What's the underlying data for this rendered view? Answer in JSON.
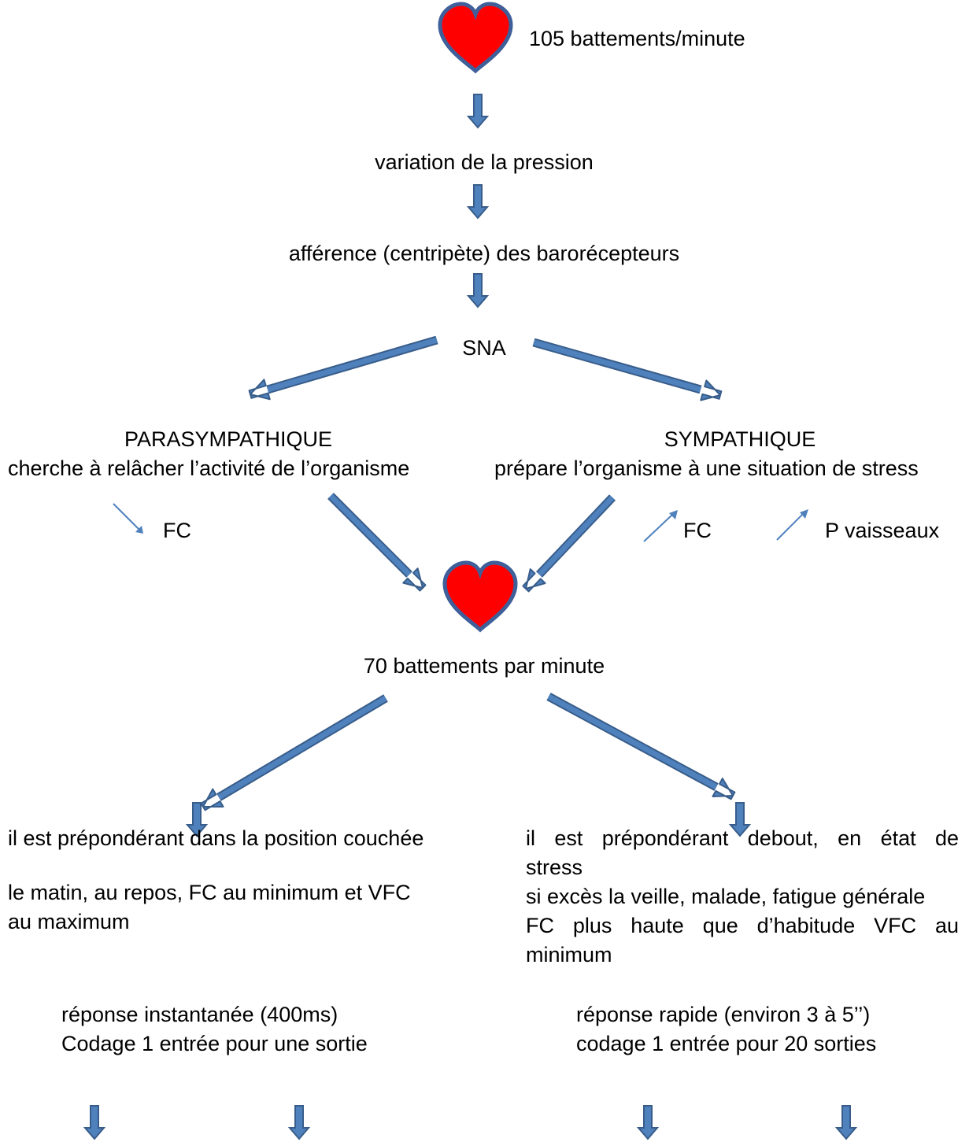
{
  "colors": {
    "arrow_fill": "#4f81bd",
    "arrow_stroke": "#385d8a",
    "heart_fill": "#ff0000",
    "heart_stroke": "#3f5f9a",
    "thin_arrow": "#4f81bd"
  },
  "icons": [
    "heart-icon",
    "down-arrow-icon",
    "diagonal-arrow-icon",
    "thin-arrow-down-right-icon",
    "thin-arrow-up-right-icon"
  ],
  "top": {
    "bpm": "105 battements/minute",
    "pression": "variation de la pression",
    "afference": "afférence (centripète) des barorécepteurs",
    "sna": "SNA"
  },
  "para": {
    "title": "PARASYMPATHIQUE",
    "desc": "cherche à relâcher l’activité de l’organisme",
    "effect": "FC",
    "position": "il est prépondérant dans la position couchée",
    "matin_1": "le matin, au repos, FC au minimum et VFC",
    "matin_2": "au maximum",
    "reponse": "réponse instantanée (400ms)",
    "codage": "Codage 1 entrée pour une sortie"
  },
  "symp": {
    "title": "SYMPATHIQUE",
    "desc": "prépare l’organisme à une situation de stress",
    "effect_fc": "FC",
    "effect_p": "P vaisseaux",
    "debout_1": "il est prépondérant debout, en état de",
    "debout_2": "stress",
    "exces": "si excès la veille, malade, fatigue générale",
    "fc_1": "FC plus haute que d’habitude VFC au",
    "fc_2": "minimum",
    "reponse": "réponse rapide (environ 3 à 5’’)",
    "codage": "codage 1 entrée pour 20 sorties"
  },
  "middle": {
    "bpm": "70 battements par minute"
  }
}
